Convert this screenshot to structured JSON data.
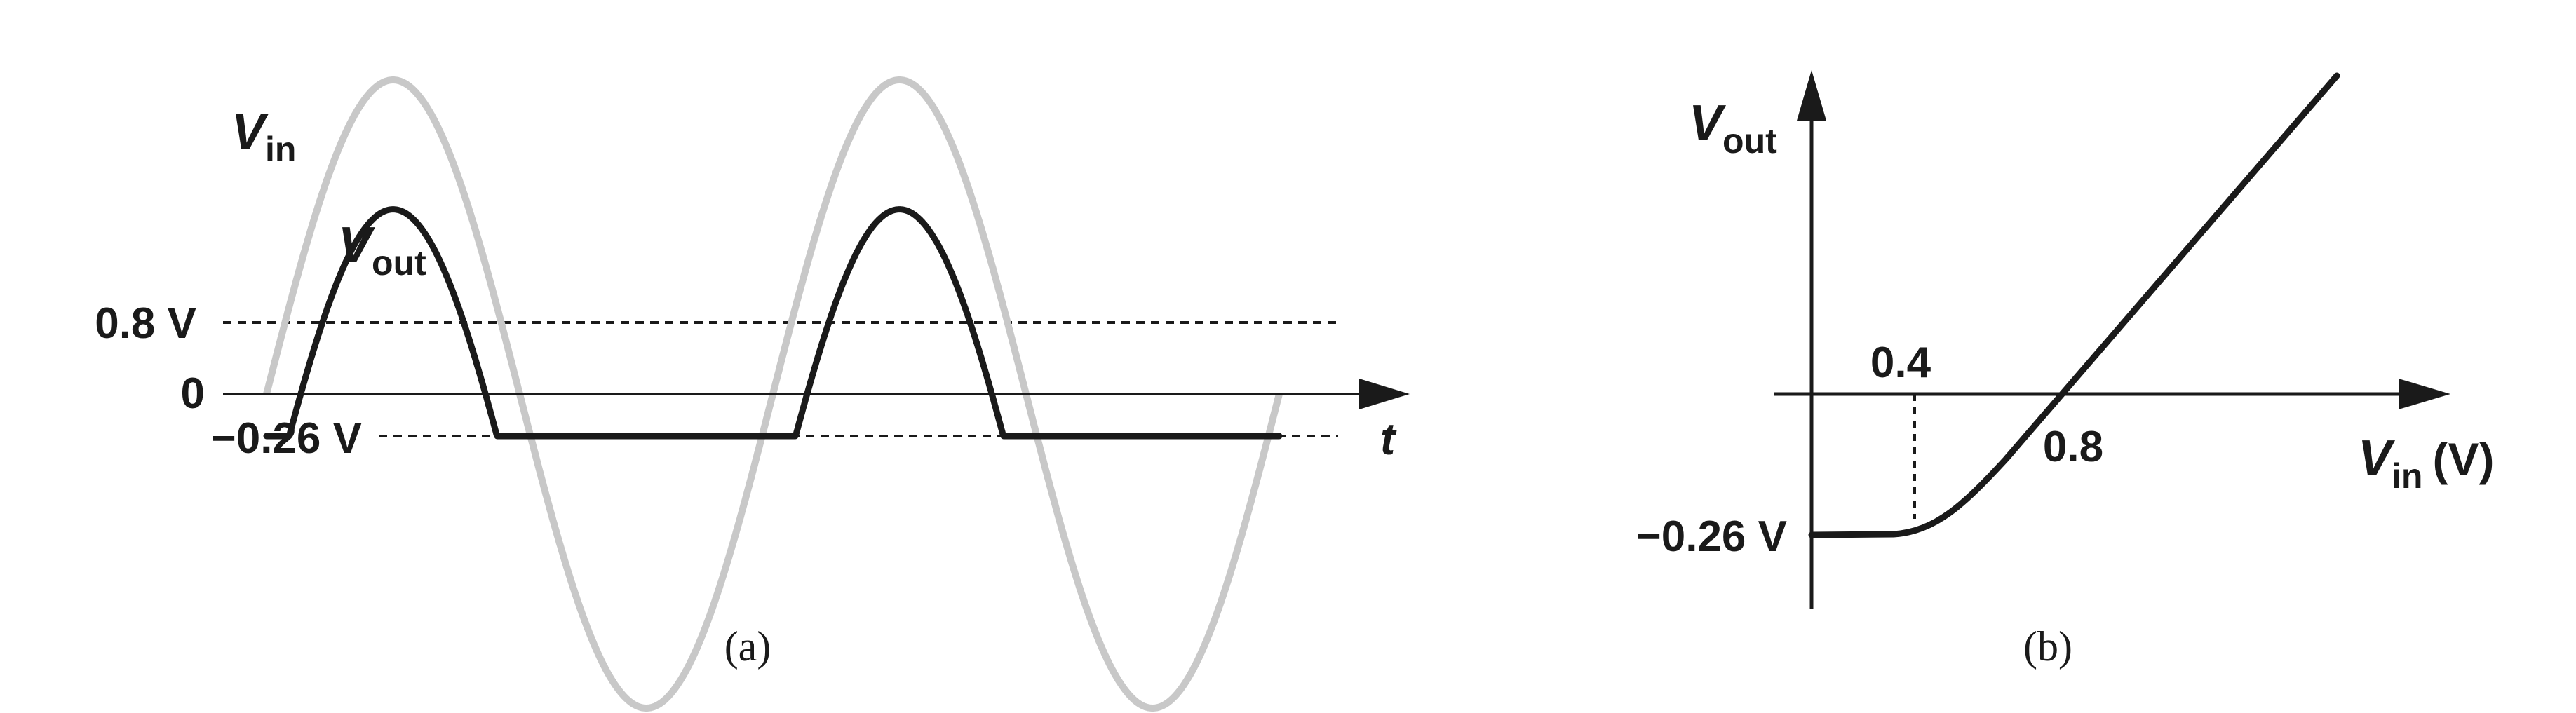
{
  "panel_a": {
    "caption": "(a)",
    "labels": {
      "vin": {
        "main": "V",
        "sub": "in"
      },
      "vout": {
        "main": "V",
        "sub": "out"
      },
      "level_high": "0.8 V",
      "level_zero": "0",
      "level_low": "−0.26 V",
      "time_axis": "t"
    },
    "waveforms": {
      "input": {
        "kind": "sine",
        "color": "#c8c8c8",
        "cycles": 2
      },
      "output": {
        "kind": "clipped-sine",
        "color": "#1a1a1a",
        "upper_offset": -0.8,
        "clamp_level": -0.26
      }
    }
  },
  "panel_b": {
    "caption": "(b)",
    "labels": {
      "vout": {
        "main": "V",
        "sub": "out"
      },
      "vin": {
        "main": "V",
        "sub": "in",
        "unit": "(V)"
      },
      "tick_04": "0.4",
      "tick_08": "0.8",
      "level_low": "−0.26 V"
    },
    "transfer_curve": {
      "clamp_level": -0.26,
      "knee_vin": 0.4,
      "zero_crossing_vin": 0.8,
      "slope_above_knee": 1
    }
  },
  "colors": {
    "ink": "#1a1a1a",
    "input_wave": "#c8c8c8"
  }
}
